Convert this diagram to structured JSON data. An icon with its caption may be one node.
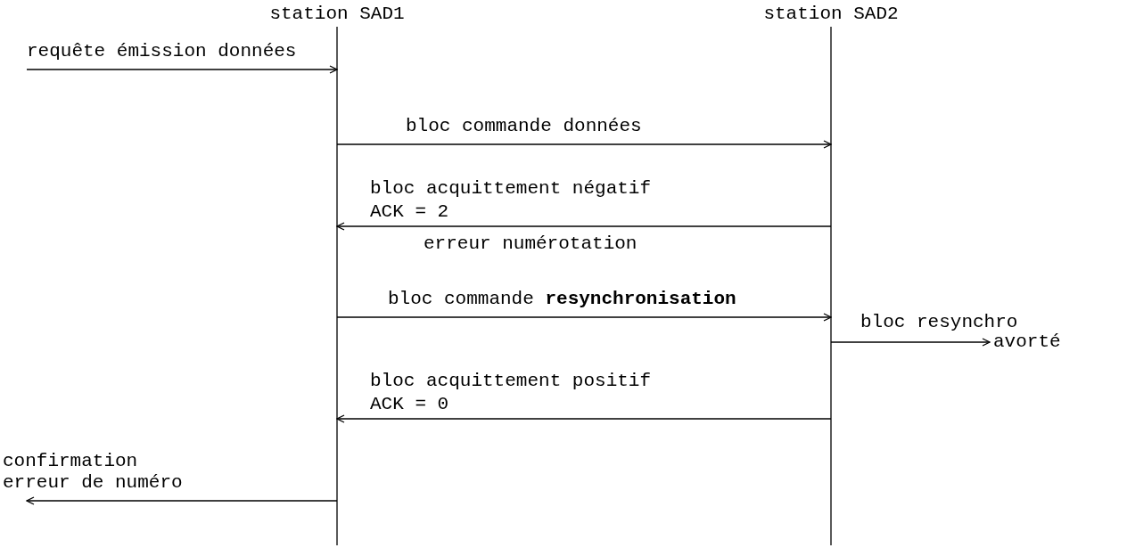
{
  "diagram": {
    "nodes": [
      {
        "text": [
          "station SAD1"
        ]
      },
      {
        "text": [
          "station SAD2"
        ]
      },
      {
        "text": [
          "avorté"
        ]
      }
    ],
    "edges": [
      {
        "from": null,
        "to": 0,
        "arrow": "to",
        "label": "requête émission données"
      },
      {
        "from": 0,
        "to": 1,
        "arrow": "to",
        "label": "bloc commande données"
      },
      {
        "from": 1,
        "to": 0,
        "arrow": "to",
        "label": "bloc acquittement négatif"
      },
      {
        "from": 0,
        "to": 1,
        "arrow": "to",
        "label": "bloc commande **resynchronisation**"
      },
      {
        "from": 1,
        "to": 2,
        "arrow": "to",
        "label": "bloc resynchro"
      },
      {
        "from": 1,
        "to": 0,
        "arrow": "to",
        "label": "bloc acquittement positif"
      },
      {
        "from": 0,
        "to": null,
        "arrow": "to",
        "label": "confirmation erreur de numéro"
      }
    ],
    "labels": [
      "ACK = 2",
      "erreur numérotation",
      "ACK = 0"
    ]
  }
}
